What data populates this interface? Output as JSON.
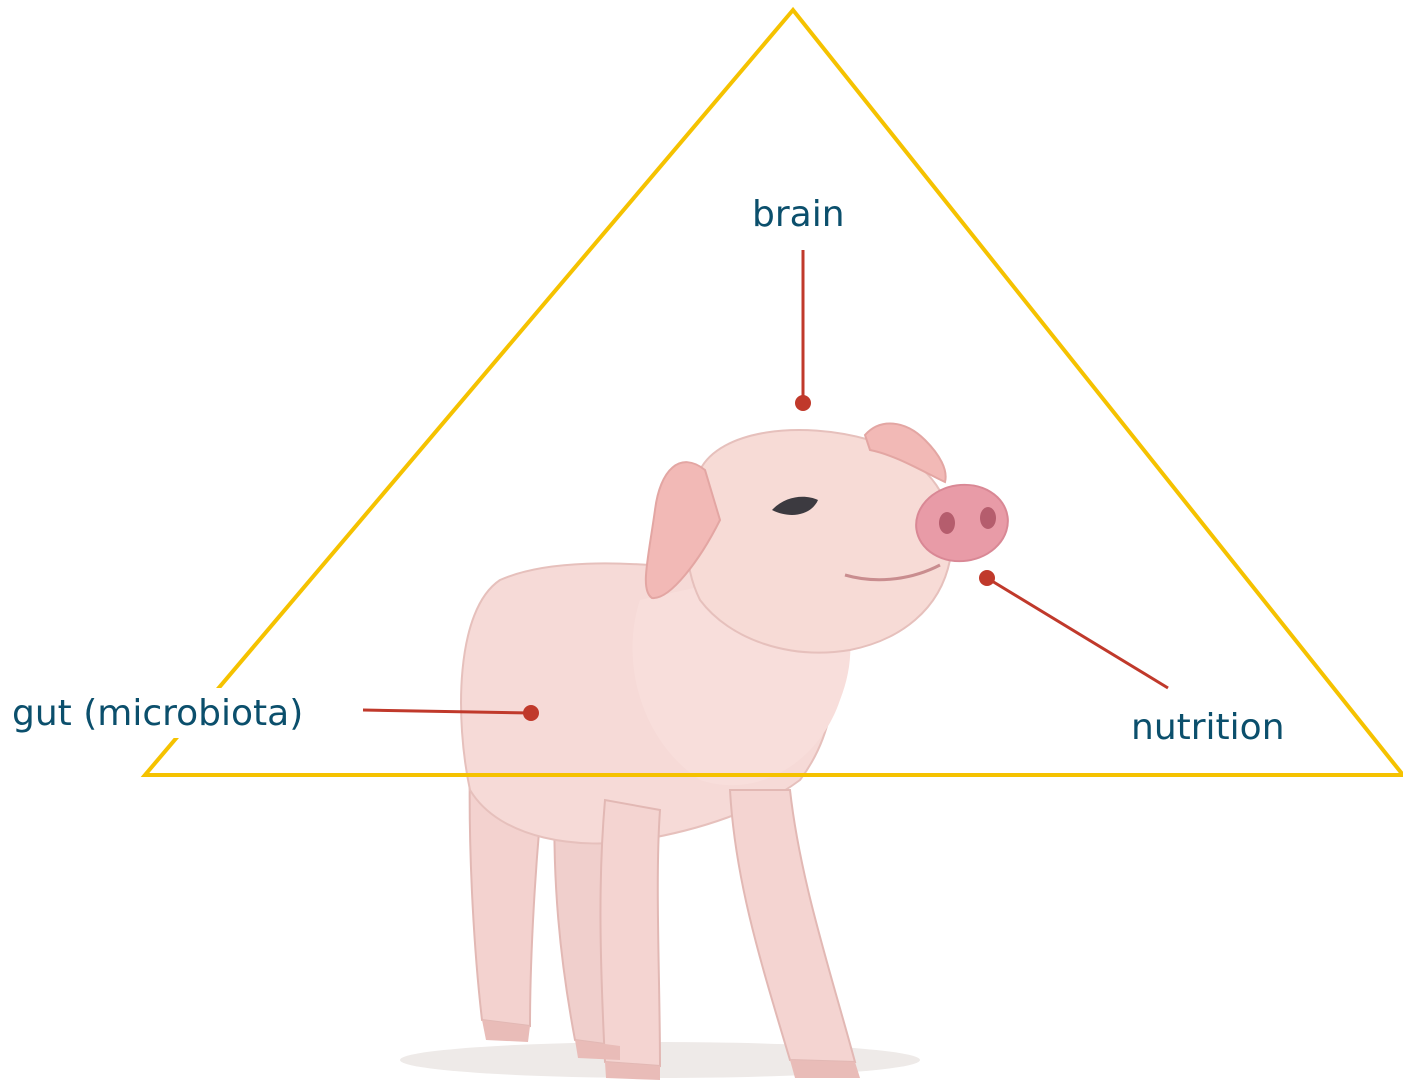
{
  "diagram": {
    "labels": {
      "brain": "brain",
      "gut": "gut (microbiota)",
      "nutrition": "nutrition"
    },
    "colors": {
      "triangle": "#f5c200",
      "connector": "#c0392b",
      "label_text": "#0b4f6c",
      "pig_body": "#f5d6d3",
      "pig_snout": "#e79aa6",
      "background": "#ffffff"
    },
    "image": {
      "subject": "piglet",
      "icon": "pig-illustration"
    }
  }
}
